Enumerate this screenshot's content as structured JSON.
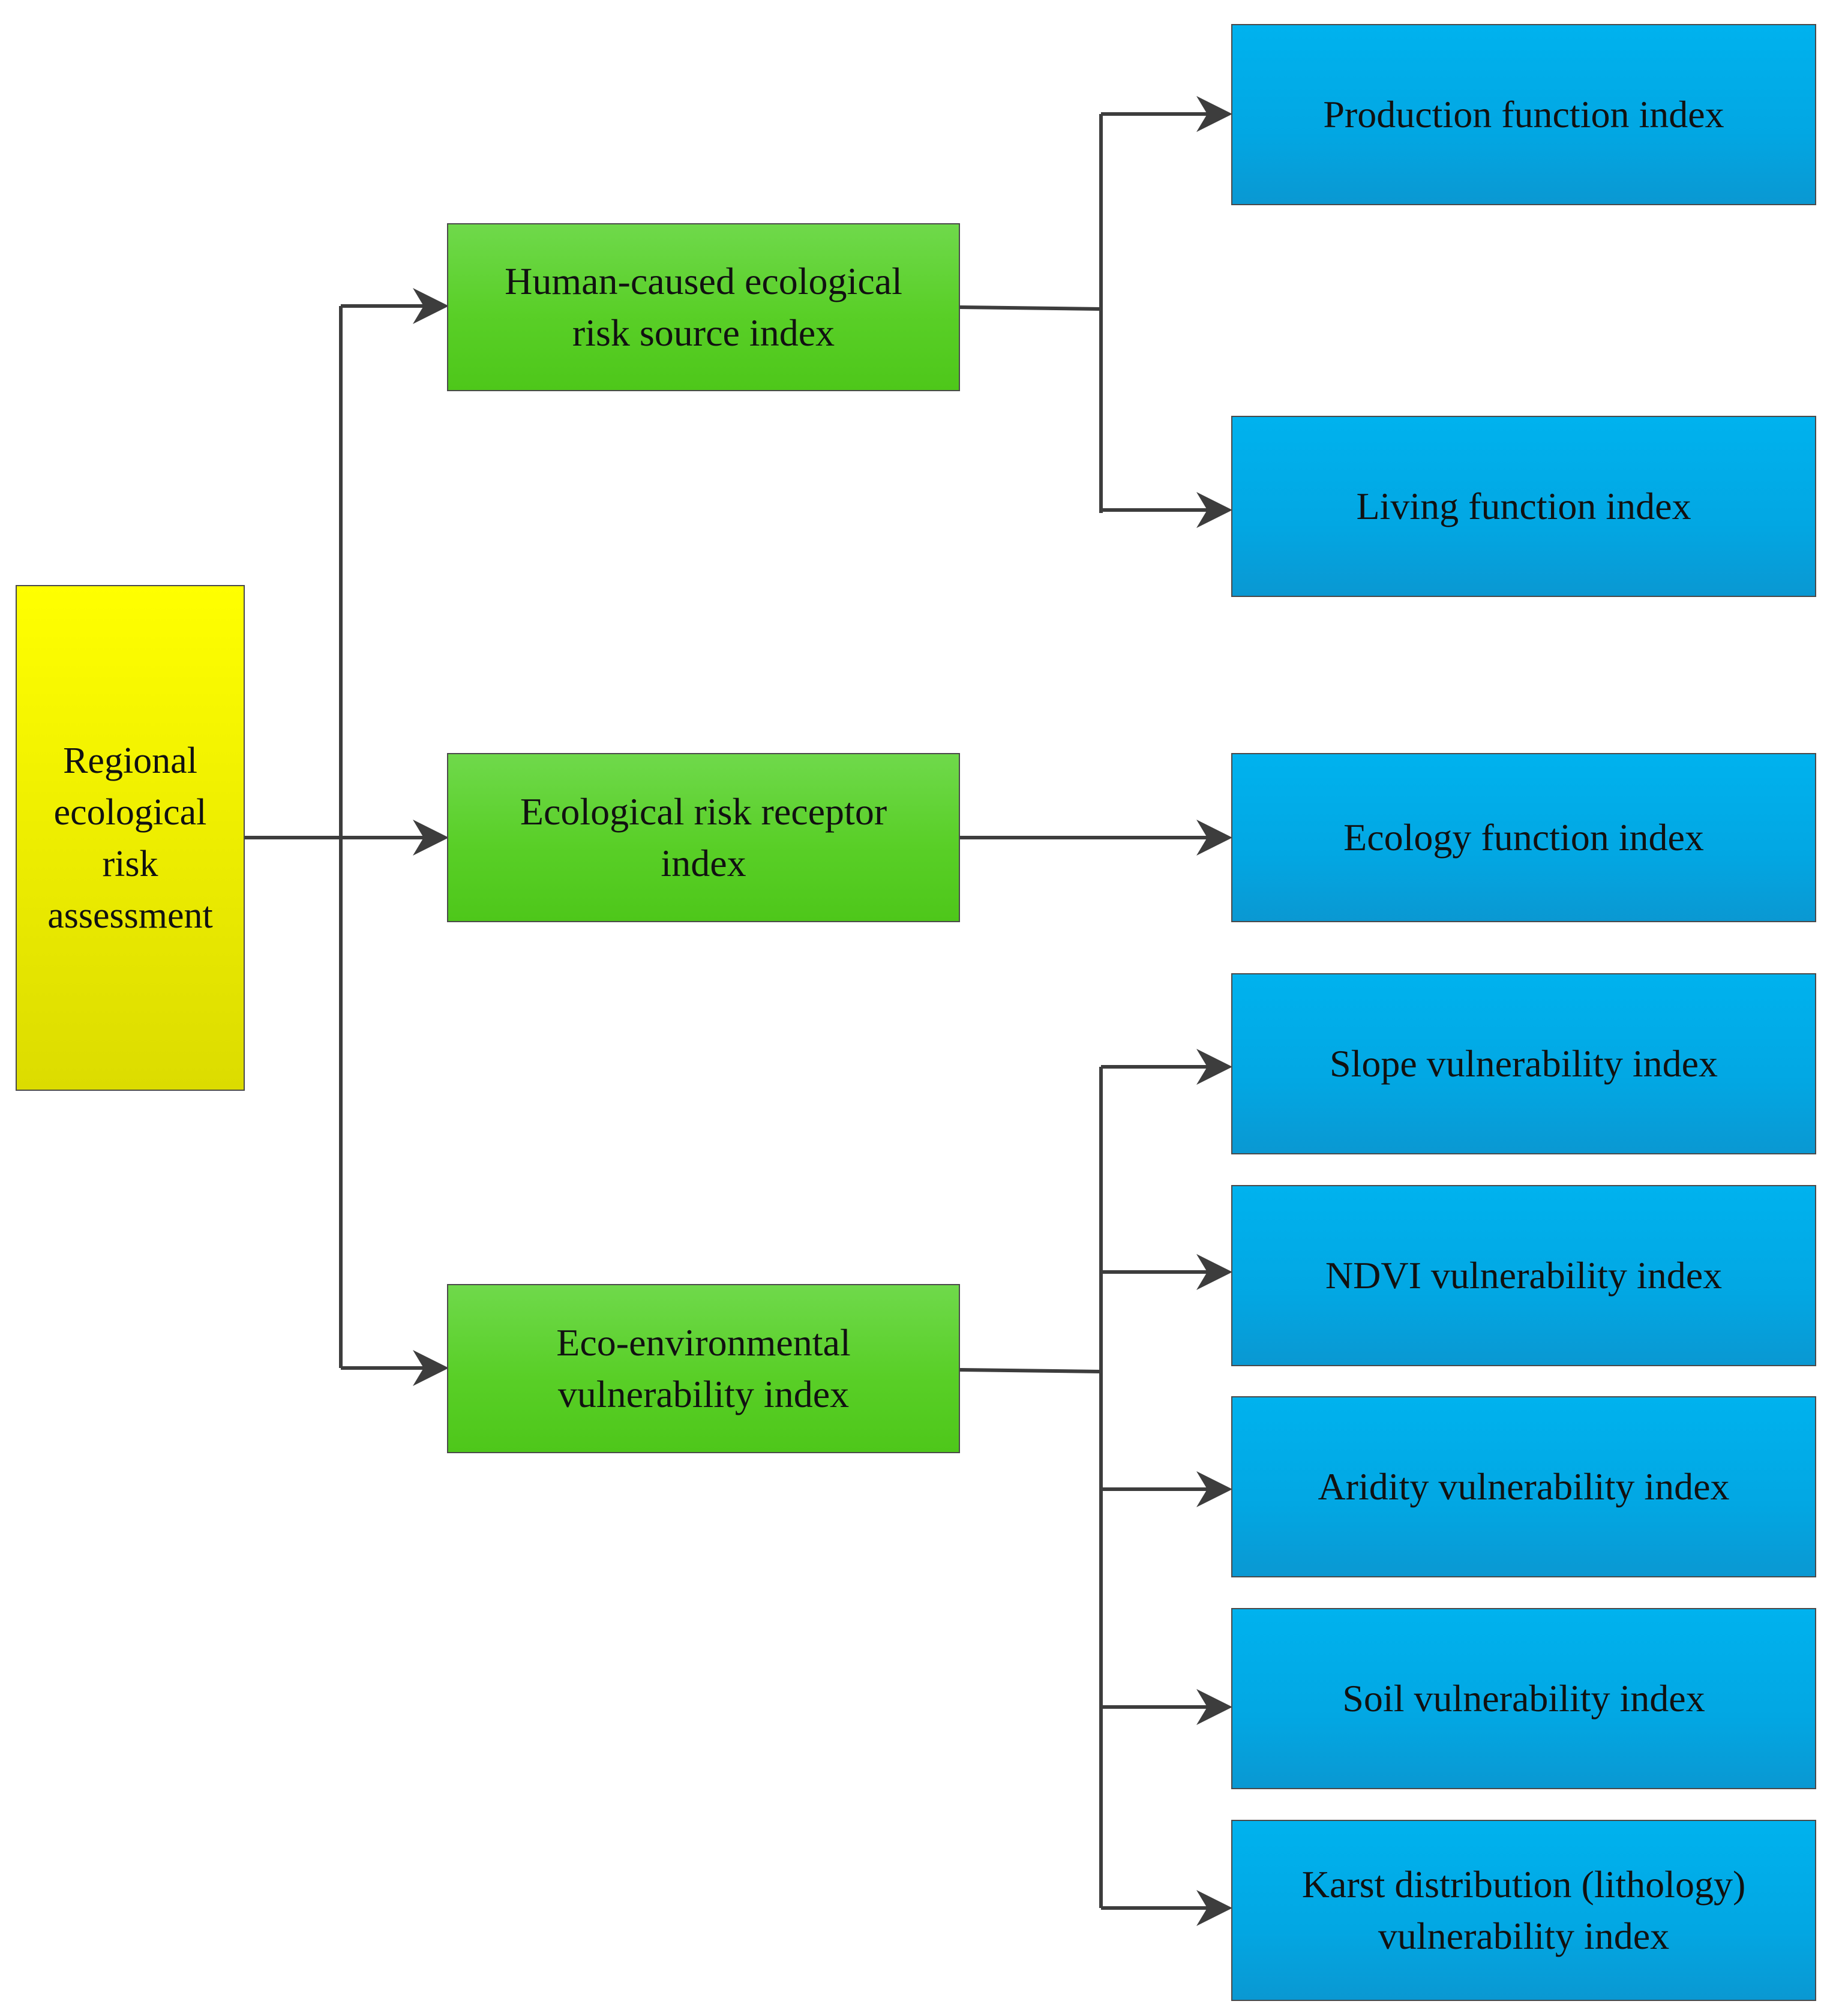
{
  "diagram": {
    "root": {
      "label": "Regional\necological\nrisk\nassessment"
    },
    "middle": [
      {
        "label": "Human-caused ecological\nrisk source index"
      },
      {
        "label": "Ecological risk receptor\nindex"
      },
      {
        "label": "Eco-environmental\nvulnerability index"
      }
    ],
    "leaves": [
      {
        "label": "Production function index"
      },
      {
        "label": "Living function index"
      },
      {
        "label": "Ecology function index"
      },
      {
        "label": "Slope vulnerability index"
      },
      {
        "label": "NDVI vulnerability index"
      },
      {
        "label": "Aridity vulnerability index"
      },
      {
        "label": "Soil vulnerability index"
      },
      {
        "label": "Karst distribution (lithology)\nvulnerability index"
      }
    ],
    "colors": {
      "root_fill": "#ffff00",
      "middle_fill": "#5ccf2a",
      "leaf_fill": "#00aeea",
      "connector": "#3d3d3d"
    }
  }
}
